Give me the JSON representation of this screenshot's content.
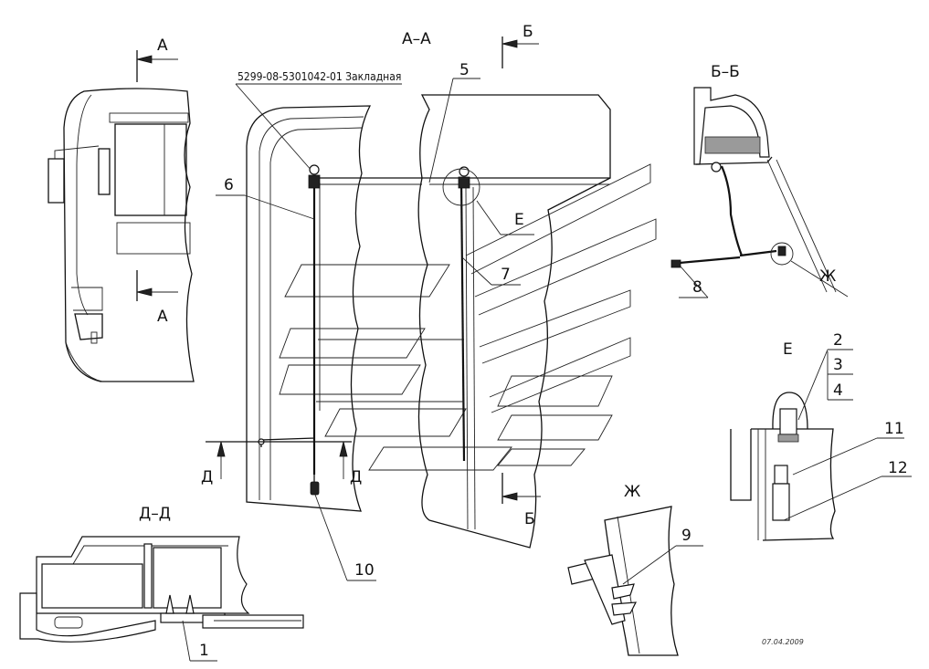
{
  "labels": {
    "section_aa": "А–А",
    "section_bb": "Б–Б",
    "section_dd": "Д–Д",
    "cut_a_top": "А",
    "cut_a_bottom": "А",
    "cut_b_top": "Б",
    "cut_b_bottom": "Б",
    "cut_d_left": "Д",
    "cut_d_right": "Д",
    "view_e": "Е",
    "view_e_callout": "Е",
    "view_zh": "Ж",
    "view_zh_callout": "Ж",
    "embedded_part": "5299-08-5301042-01 Закладная"
  },
  "callouts": [
    "1",
    "2",
    "3",
    "4",
    "5",
    "6",
    "7",
    "8",
    "9",
    "10",
    "11",
    "12"
  ],
  "date_stamp": "07.04.2009"
}
